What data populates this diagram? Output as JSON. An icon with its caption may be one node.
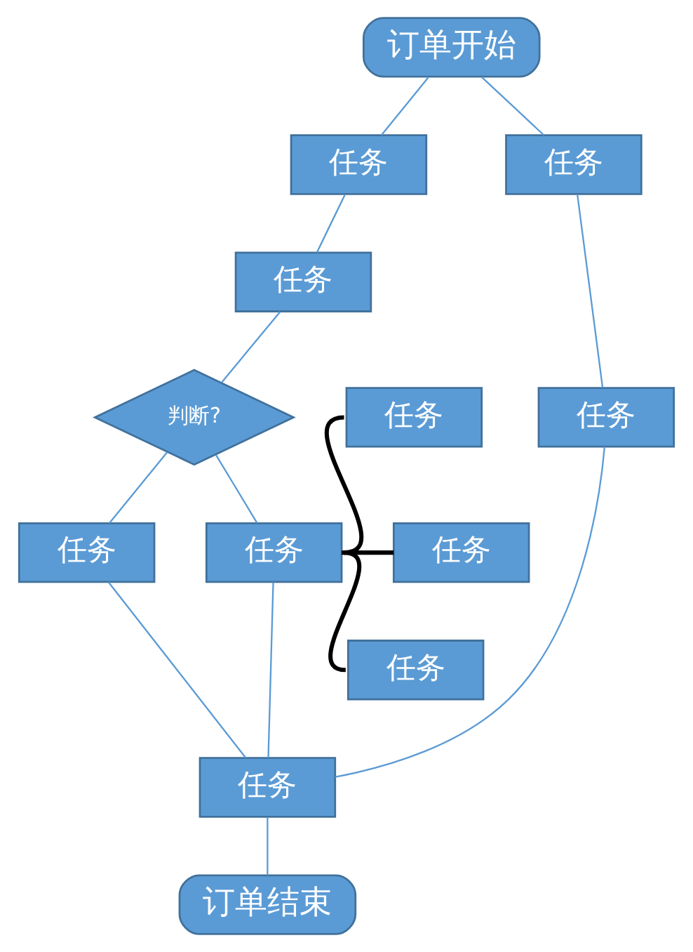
{
  "diagram": {
    "nodes": [
      {
        "text": [
          "订单开始"
        ]
      },
      {
        "text": [
          "任务"
        ]
      },
      {
        "text": [
          "任务"
        ]
      },
      {
        "text": [
          "任务"
        ]
      },
      {
        "text": [
          "判断?"
        ]
      },
      {
        "text": [
          "任务"
        ]
      },
      {
        "text": [
          "任务"
        ]
      },
      {
        "text": [
          "任务"
        ]
      },
      {
        "text": [
          "任务"
        ]
      },
      {
        "text": [
          "任务"
        ]
      },
      {
        "text": [
          "任务"
        ]
      },
      {
        "text": [
          "任务"
        ]
      },
      {
        "text": [
          "订单结束"
        ]
      }
    ],
    "edges": [
      {
        "from": 0,
        "to": 1,
        "arrow": "none"
      },
      {
        "from": 0,
        "to": 2,
        "arrow": "none"
      },
      {
        "from": 1,
        "to": 3,
        "arrow": "none"
      },
      {
        "from": 3,
        "to": 4,
        "arrow": "none"
      },
      {
        "from": 4,
        "to": 5,
        "arrow": "none"
      },
      {
        "from": 4,
        "to": 6,
        "arrow": "none"
      },
      {
        "from": 6,
        "to": 7,
        "arrow": "none",
        "style": "thick",
        "color": "#000000"
      },
      {
        "from": 6,
        "to": 8,
        "arrow": "none",
        "style": "thick",
        "color": "#000000"
      },
      {
        "from": 6,
        "to": 9,
        "arrow": "none",
        "style": "thick",
        "color": "#000000"
      },
      {
        "from": 2,
        "to": 10,
        "arrow": "none"
      },
      {
        "from": 5,
        "to": 11,
        "arrow": "none"
      },
      {
        "from": 6,
        "to": 11,
        "arrow": "none"
      },
      {
        "from": 10,
        "to": 11,
        "arrow": "none"
      },
      {
        "from": 11,
        "to": 12,
        "arrow": "none"
      }
    ]
  }
}
